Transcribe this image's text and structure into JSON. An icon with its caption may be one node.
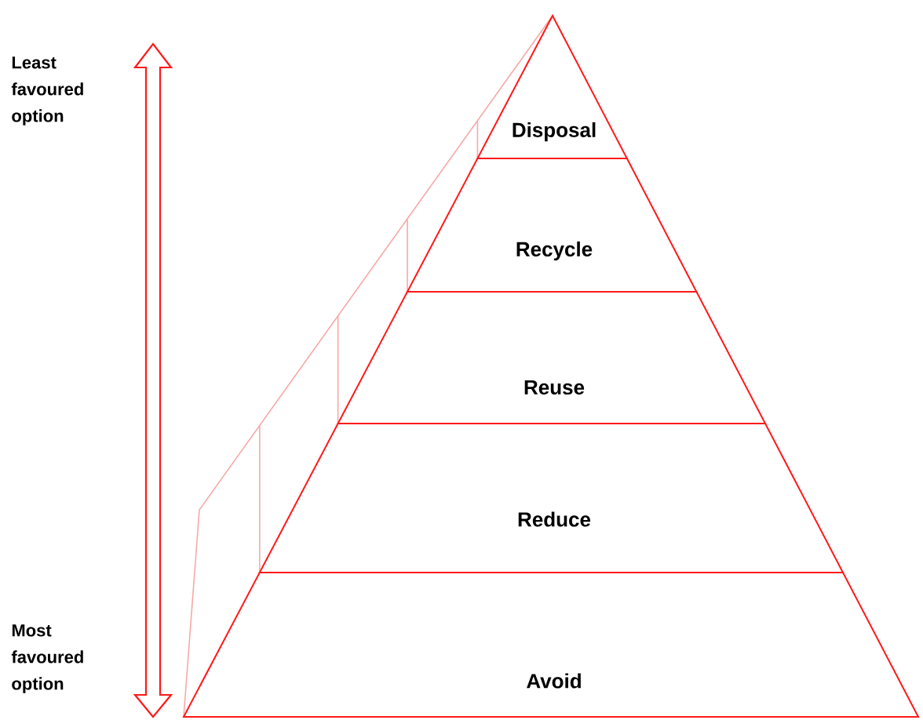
{
  "diagram": {
    "nodes": [
      {
        "text": [
          "Disposal"
        ]
      },
      {
        "text": [
          "Recycle"
        ]
      },
      {
        "text": [
          "Reuse"
        ]
      },
      {
        "text": [
          "Reduce"
        ]
      },
      {
        "text": [
          "Avoid"
        ]
      }
    ],
    "labels": [
      "Least favoured option",
      "Most favoured option"
    ]
  }
}
